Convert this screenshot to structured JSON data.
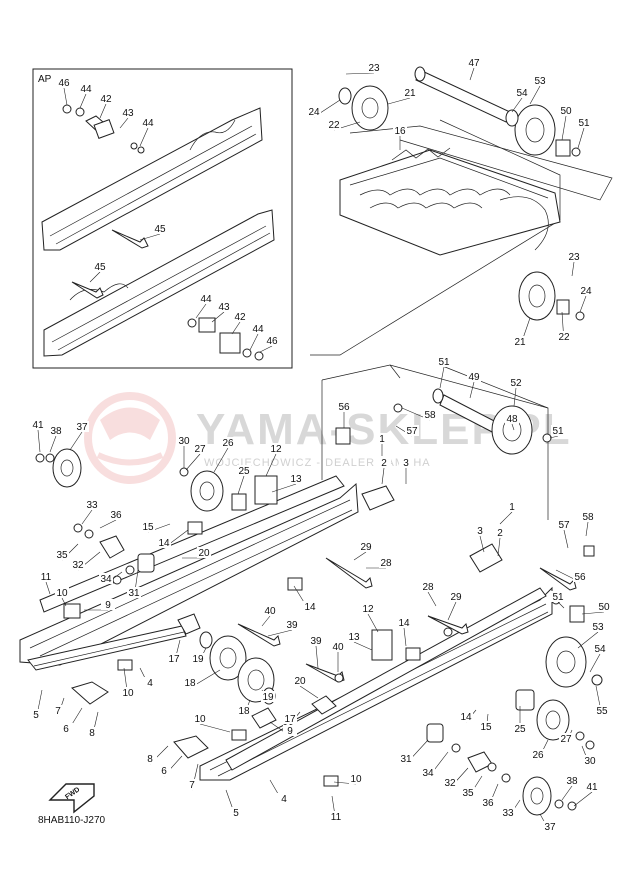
{
  "detail_box": {
    "label": "AP"
  },
  "drawing_code": "8HAB110-J270",
  "fwd_label": "FWD",
  "watermark": {
    "text": "YAMA-SKLEP.PL",
    "subtext": "WOJCIECHOWICZ - DEALER YAMAHA"
  },
  "callouts": [
    {
      "label": "46"
    },
    {
      "label": "44"
    },
    {
      "label": "42"
    },
    {
      "label": "43"
    },
    {
      "label": "44"
    },
    {
      "label": "45"
    },
    {
      "label": "45"
    },
    {
      "label": "44"
    },
    {
      "label": "43"
    },
    {
      "label": "42"
    },
    {
      "label": "44"
    },
    {
      "label": "46"
    },
    {
      "label": "23"
    },
    {
      "label": "24"
    },
    {
      "label": "22"
    },
    {
      "label": "21"
    },
    {
      "label": "16"
    },
    {
      "label": "47"
    },
    {
      "label": "53"
    },
    {
      "label": "54"
    },
    {
      "label": "50"
    },
    {
      "label": "51"
    },
    {
      "label": "23"
    },
    {
      "label": "24"
    },
    {
      "label": "22"
    },
    {
      "label": "21"
    },
    {
      "label": "51"
    },
    {
      "label": "49"
    },
    {
      "label": "52"
    },
    {
      "label": "56"
    },
    {
      "label": "58"
    },
    {
      "label": "57"
    },
    {
      "label": "48"
    },
    {
      "label": "51"
    },
    {
      "label": "41"
    },
    {
      "label": "38"
    },
    {
      "label": "37"
    },
    {
      "label": "30"
    },
    {
      "label": "27"
    },
    {
      "label": "26"
    },
    {
      "label": "25"
    },
    {
      "label": "12"
    },
    {
      "label": "13"
    },
    {
      "label": "1"
    },
    {
      "label": "2"
    },
    {
      "label": "3"
    },
    {
      "label": "33"
    },
    {
      "label": "36"
    },
    {
      "label": "15"
    },
    {
      "label": "14"
    },
    {
      "label": "35"
    },
    {
      "label": "32"
    },
    {
      "label": "20"
    },
    {
      "label": "34"
    },
    {
      "label": "31"
    },
    {
      "label": "29"
    },
    {
      "label": "28"
    },
    {
      "label": "11"
    },
    {
      "label": "10"
    },
    {
      "label": "9"
    },
    {
      "label": "14"
    },
    {
      "label": "40"
    },
    {
      "label": "39"
    },
    {
      "label": "17"
    },
    {
      "label": "19"
    },
    {
      "label": "18"
    },
    {
      "label": "4"
    },
    {
      "label": "5"
    },
    {
      "label": "7"
    },
    {
      "label": "6"
    },
    {
      "label": "8"
    },
    {
      "label": "10"
    },
    {
      "label": "19"
    },
    {
      "label": "18"
    },
    {
      "label": "20"
    },
    {
      "label": "9"
    },
    {
      "label": "17"
    },
    {
      "label": "10"
    },
    {
      "label": "8"
    },
    {
      "label": "6"
    },
    {
      "label": "7"
    },
    {
      "label": "5"
    },
    {
      "label": "4"
    },
    {
      "label": "10"
    },
    {
      "label": "11"
    },
    {
      "label": "1"
    },
    {
      "label": "3"
    },
    {
      "label": "2"
    },
    {
      "label": "57"
    },
    {
      "label": "58"
    },
    {
      "label": "56"
    },
    {
      "label": "28"
    },
    {
      "label": "29"
    },
    {
      "label": "51"
    },
    {
      "label": "50"
    },
    {
      "label": "12"
    },
    {
      "label": "39"
    },
    {
      "label": "40"
    },
    {
      "label": "13"
    },
    {
      "label": "14"
    },
    {
      "label": "53"
    },
    {
      "label": "54"
    },
    {
      "label": "55"
    },
    {
      "label": "25"
    },
    {
      "label": "14"
    },
    {
      "label": "15"
    },
    {
      "label": "26"
    },
    {
      "label": "27"
    },
    {
      "label": "30"
    },
    {
      "label": "31"
    },
    {
      "label": "34"
    },
    {
      "label": "32"
    },
    {
      "label": "35"
    },
    {
      "label": "36"
    },
    {
      "label": "33"
    },
    {
      "label": "37"
    },
    {
      "label": "38"
    },
    {
      "label": "41"
    }
  ],
  "colors": {
    "line": "#222222",
    "watermark": "#d8d8d8",
    "watermark_logo": "#f3c4c4"
  }
}
